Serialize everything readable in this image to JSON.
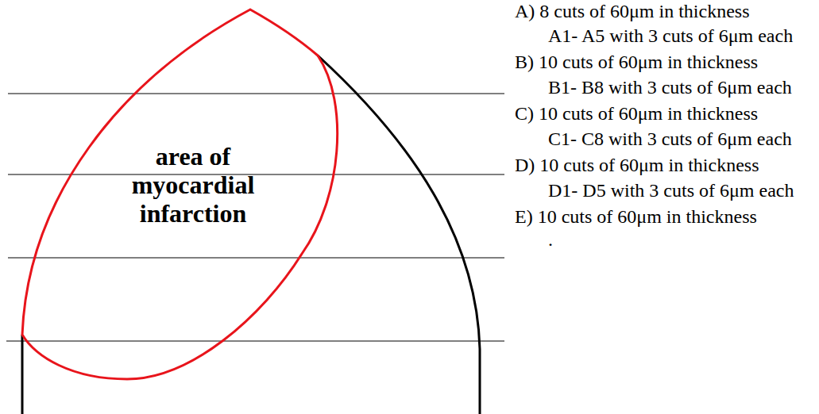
{
  "diagram": {
    "nodes": [
      {
        "text": [
          "area of myocardial infarction"
        ]
      }
    ],
    "labels": [
      "A) 8 cuts of 60μm in thickness",
      "A1- A5 with 3 cuts of 6μm each",
      "B) 10 cuts of 60μm in thickness",
      "B1- B8 with 3 cuts of 6μm each",
      "C) 10 cuts of 60μm in thickness",
      "C1- C8 with 3 cuts of 6μm each",
      "D) 10 cuts of 60μm in thickness",
      "D1- D5 with 3 cuts of 6μm each",
      "E) 10 cuts of 60μm in thickness",
      "."
    ]
  }
}
